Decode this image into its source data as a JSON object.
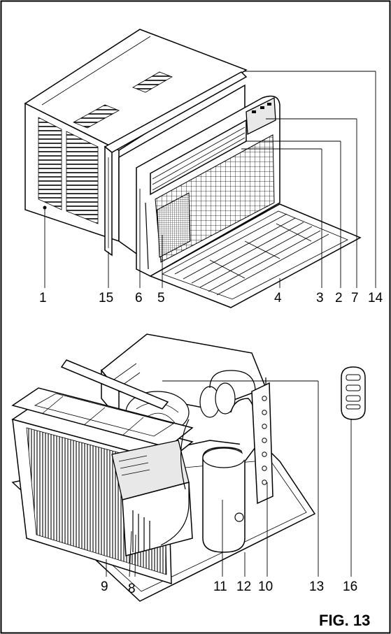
{
  "figure_label": "FIG. 13",
  "callouts_top": [
    "1",
    "15",
    "6",
    "5",
    "4",
    "3",
    "2",
    "7",
    "14"
  ],
  "callouts_bottom": [
    "9",
    "8",
    "11",
    "12",
    "10",
    "13",
    "16"
  ]
}
